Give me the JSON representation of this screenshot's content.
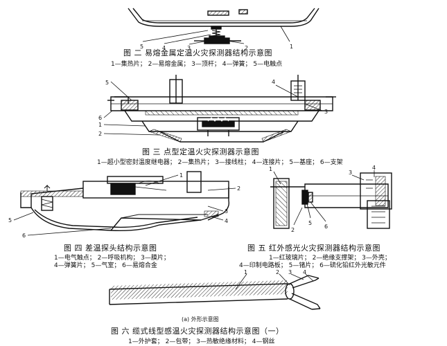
{
  "figures": [
    {
      "caption": "图 二   易熔金属定温火灾探测器结构示意图",
      "legend": "1—集热片； 2—易熔金属； 3—顶杆； 4—弹簧； 5—电触点",
      "callouts": [
        "5",
        "4",
        "3",
        "2",
        "1"
      ]
    },
    {
      "caption": "图 三   点型定温火灾探测器示意图",
      "legend": "1—超小型密封温度继电器； 2—集热片； 3—接线柱； 4—连接片； 5—基座； 6—支架",
      "callouts": [
        "5",
        "6",
        "4",
        "1",
        "2",
        "3"
      ]
    },
    {
      "caption": "图 四   差温探头结构示意图",
      "legend_line1": "1—电气触点； 2—呼吸机构； 3—膜片；",
      "legend_line2": "4—弹簧片； 5—气室； 6—易熔合金",
      "callouts": [
        "1",
        "2",
        "3",
        "4",
        "5",
        "6"
      ]
    },
    {
      "caption": "图 五   红外感光火灾探测器结构示意图",
      "legend_line1": "1—红玻璃片； 2—绝缘支撑架； 3—外壳；",
      "legend_line2": "4—印制电路板； 5—锗片； 6—硫化铅红外光敏元件",
      "callouts": [
        "1",
        "2",
        "3",
        "4",
        "5",
        "6"
      ]
    },
    {
      "caption": "图 六   缆式线型感温火灾探测器结构示意图（一）",
      "legend": "1—外护套； 2—包带； 3—热敏绝缘材料； 4—钢丝",
      "subcaption": "(a) 外形示意图",
      "callouts": [
        "1",
        "2",
        "3",
        "4"
      ]
    }
  ]
}
